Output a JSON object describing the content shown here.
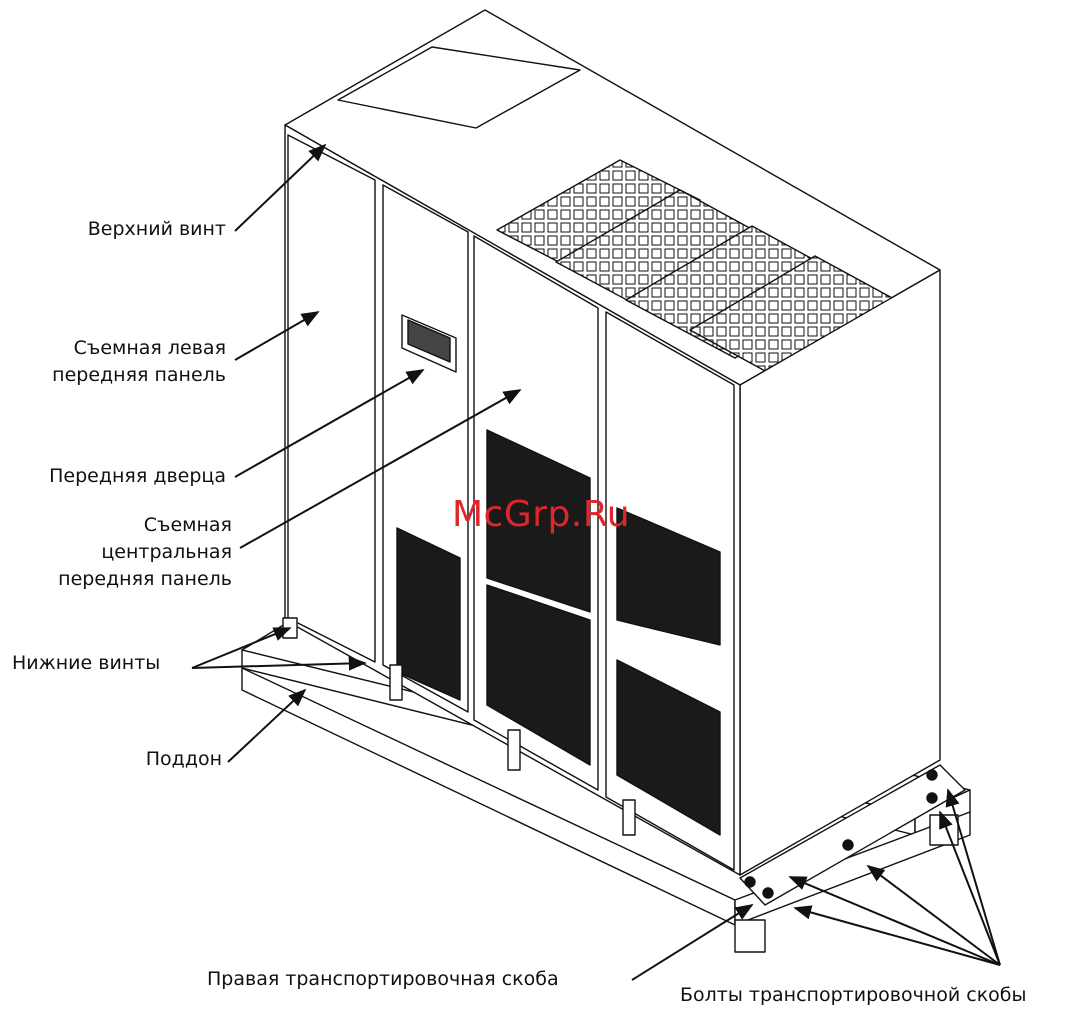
{
  "labels": {
    "top_screw": "Верхний винт",
    "left_panel_l1": "Съемная левая",
    "left_panel_l2": "передняя панель",
    "front_door": "Передняя дверца",
    "center_panel_l1": "Съемная",
    "center_panel_l2": "центральная",
    "center_panel_l3": "передняя панель",
    "bottom_screws": "Нижние винты",
    "pallet": "Поддон",
    "right_bracket": "Правая транспортировочная скоба",
    "bracket_bolts": "Болты транспортировочной скобы"
  },
  "watermark": "McGrp.Ru",
  "colors": {
    "stroke": "#111111",
    "vent": "#1a1a1a",
    "watermark": "#e0262a"
  }
}
